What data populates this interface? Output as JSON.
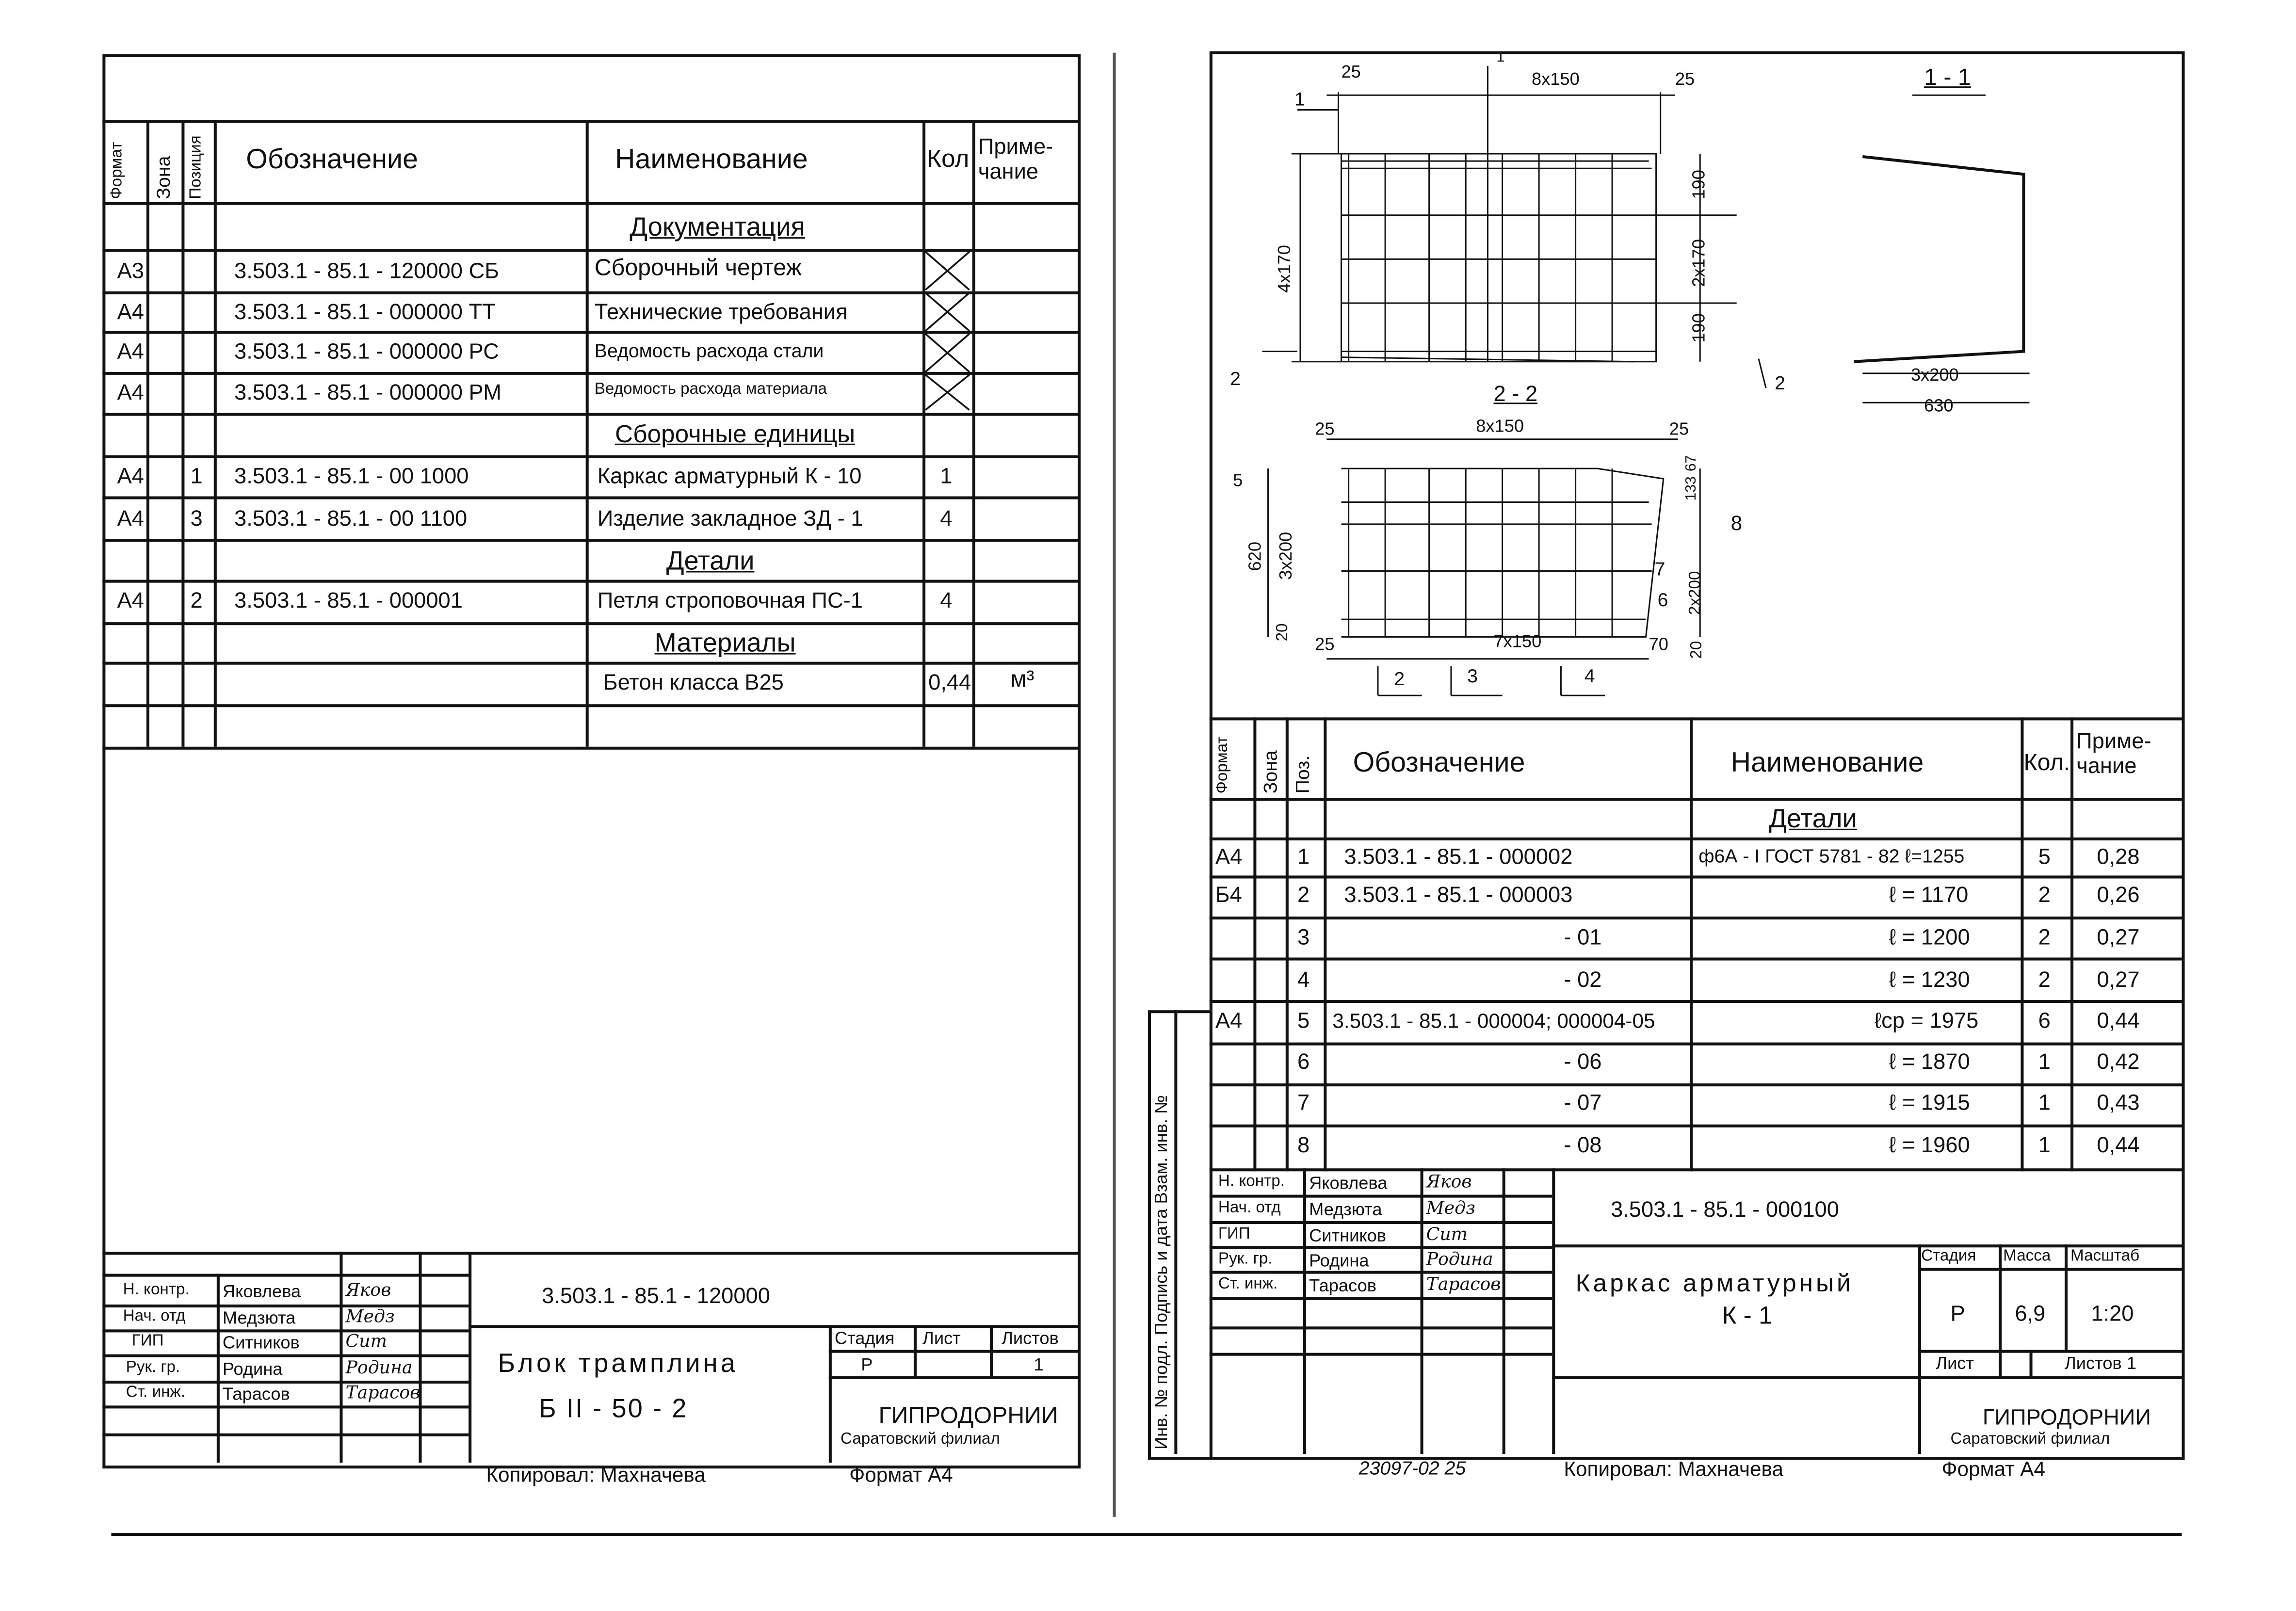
{
  "left_sheet": {
    "headers": {
      "format": "Формат",
      "zone": "Зона",
      "position": "Позиция",
      "designation": "Обозначение",
      "name": "Наименование",
      "qty": "Кол",
      "note": "Приме-\nчание"
    },
    "sections": {
      "docs": "Документация",
      "assemblies": "Сборочные единицы",
      "details": "Детали",
      "materials": "Материалы"
    },
    "rows": [
      {
        "fmt": "А3",
        "pos": "",
        "des": "3.503.1 - 85.1 - 120000 СБ",
        "name": "Сборочный чертеж",
        "qty": "",
        "note": ""
      },
      {
        "fmt": "А4",
        "pos": "",
        "des": "3.503.1 - 85.1 - 000000 ТТ",
        "name": "Технические требования",
        "qty": "",
        "note": ""
      },
      {
        "fmt": "А4",
        "pos": "",
        "des": "3.503.1 - 85.1 - 000000 РС",
        "name": "Ведомость расхода стали",
        "qty": "",
        "note": ""
      },
      {
        "fmt": "А4",
        "pos": "",
        "des": "3.503.1 - 85.1 - 000000 РМ",
        "name": "Ведомость расхода материала",
        "qty": "",
        "note": ""
      },
      {
        "fmt": "А4",
        "pos": "1",
        "des": "3.503.1 - 85.1 - 00 1000",
        "name": "Каркас арматурный К - 10",
        "qty": "1",
        "note": ""
      },
      {
        "fmt": "А4",
        "pos": "3",
        "des": "3.503.1 - 85.1 - 00 1100",
        "name": "Изделие закладное ЗД - 1",
        "qty": "4",
        "note": ""
      },
      {
        "fmt": "А4",
        "pos": "2",
        "des": "3.503.1 - 85.1 - 000001",
        "name": "Петля строповочная ПС-1",
        "qty": "4",
        "note": ""
      },
      {
        "fmt": "",
        "pos": "",
        "des": "",
        "name": "Бетон класса В25",
        "qty": "0,44",
        "note": "м³"
      }
    ],
    "stamp": {
      "roles": [
        "Н. контр.",
        "Нач. отд",
        "ГИП",
        "Рук. гр.",
        "Ст. инж."
      ],
      "people": [
        "Яковлева",
        "Медзюта",
        "Ситников",
        "Родина",
        "Тарасов"
      ],
      "signatures": [
        "Яков",
        "Медз",
        "Сит",
        "Родина",
        "Тарасов"
      ],
      "code": "3.503.1 - 85.1 - 120000",
      "title1": "Блок трамплина",
      "title2": "Б II - 50 - 2",
      "stage_label": "Стадия",
      "sheet_label": "Лист",
      "sheets_label": "Листов",
      "stage": "Р",
      "sheets": "1",
      "org": "ГИПРОДОРНИИ",
      "org_sub": "Саратовский филиал"
    },
    "copied": "Копировал: Махначева",
    "format": "Формат А4"
  },
  "right_sheet": {
    "drawing": {
      "top_dims": [
        "25",
        "8x150",
        "25"
      ],
      "left_dim": "4x170",
      "right_dims": [
        "190",
        "2x170",
        "190"
      ],
      "sect_1_1": "1 - 1",
      "sect_2_2": "2 - 2",
      "dims_1_1": [
        "3x200",
        "630"
      ],
      "cut_marks": [
        "1",
        "1",
        "2",
        "2"
      ],
      "bot_top_dims": [
        "25",
        "8x150",
        "25"
      ],
      "bot_left_dims": [
        "5",
        "620",
        "3x200",
        "20"
      ],
      "bot_right_dims": [
        "133",
        "67",
        "2x200",
        "20"
      ],
      "bot_bottom_dims": [
        "25",
        "7x150",
        "70"
      ],
      "callouts": [
        "8",
        "7",
        "6",
        "2",
        "3",
        "4"
      ]
    },
    "headers": {
      "format": "Формат",
      "zone": "Зона",
      "pos": "Поз.",
      "designation": "Обозначение",
      "name": "Наименование",
      "qty": "Кол.",
      "note": "Приме-\nчание"
    },
    "section": "Детали",
    "rows": [
      {
        "fmt": "А4",
        "pos": "1",
        "des": "3.503.1 - 85.1 - 000002",
        "name": "ф6А - I ГОСТ 5781 - 82 ℓ=1255",
        "qty": "5",
        "note": "0,28"
      },
      {
        "fmt": "Б4",
        "pos": "2",
        "des": "3.503.1 - 85.1 - 000003",
        "name": "ℓ = 1170",
        "qty": "2",
        "note": "0,26"
      },
      {
        "fmt": "",
        "pos": "3",
        "des": "- 01",
        "name": "ℓ = 1200",
        "qty": "2",
        "note": "0,27"
      },
      {
        "fmt": "",
        "pos": "4",
        "des": "- 02",
        "name": "ℓ = 1230",
        "qty": "2",
        "note": "0,27"
      },
      {
        "fmt": "А4",
        "pos": "5",
        "des": "3.503.1 - 85.1 - 000004; 000004-05",
        "name": "ℓср = 1975",
        "qty": "6",
        "note": "0,44"
      },
      {
        "fmt": "",
        "pos": "6",
        "des": "- 06",
        "name": "ℓ = 1870",
        "qty": "1",
        "note": "0,42"
      },
      {
        "fmt": "",
        "pos": "7",
        "des": "- 07",
        "name": "ℓ = 1915",
        "qty": "1",
        "note": "0,43"
      },
      {
        "fmt": "",
        "pos": "8",
        "des": "- 08",
        "name": "ℓ = 1960",
        "qty": "1",
        "note": "0,44"
      }
    ],
    "side_label": "Инв. № подл.  Подпись и дата  Взам. инв. №",
    "stamp": {
      "roles": [
        "Н. контр.",
        "Нач. отд",
        "ГИП",
        "Рук. гр.",
        "Ст. инж."
      ],
      "people": [
        "Яковлева",
        "Медзюта",
        "Ситников",
        "Родина",
        "Тарасов"
      ],
      "signatures": [
        "Яков",
        "Медз",
        "Сит",
        "Родина",
        "Тарасов"
      ],
      "code": "3.503.1 - 85.1 - 000100",
      "title1": "Каркас арматурный",
      "title2": "К - 1",
      "stage_label": "Стадия",
      "mass_label": "Масса",
      "scale_label": "Масштаб",
      "stage": "Р",
      "mass": "6,9",
      "scale": "1:20",
      "sheet_label": "Лист",
      "sheets_label": "Листов 1",
      "org": "ГИПРОДОРНИИ",
      "org_sub": "Саратовский филиал"
    },
    "footer_num": "23097-02  25",
    "copied": "Копировал: Махначева",
    "format": "Формат А4"
  }
}
